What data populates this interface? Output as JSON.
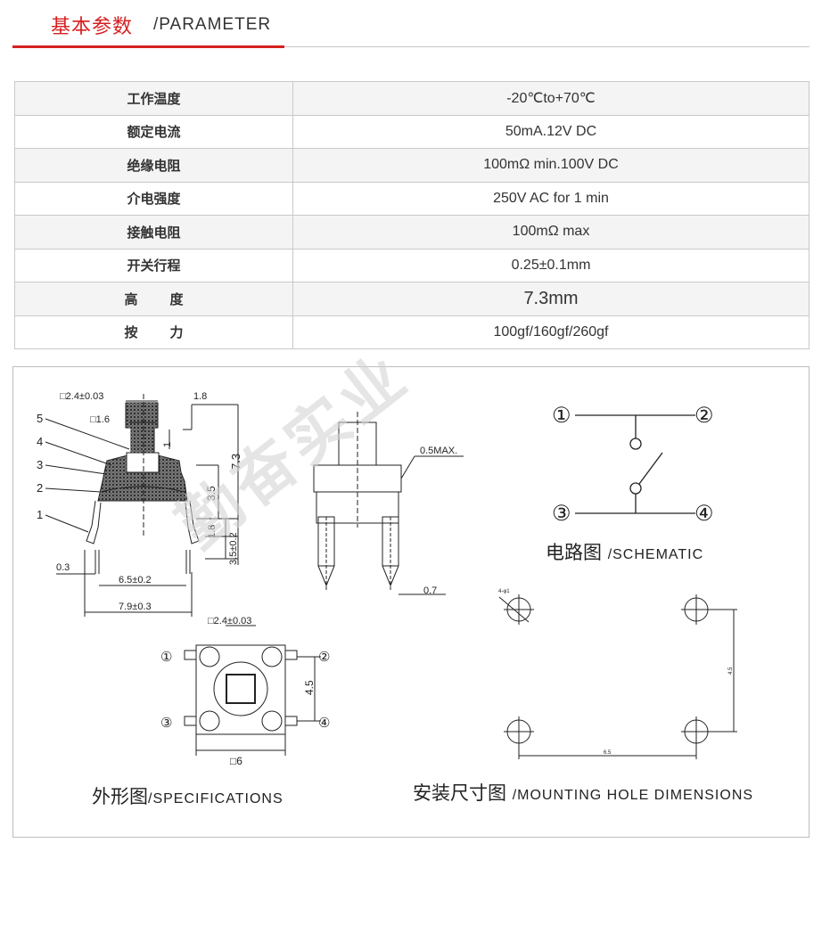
{
  "header": {
    "title_cn": "基本参数",
    "title_en": "/PARAMETER"
  },
  "params": [
    {
      "key": "工作温度",
      "value": "-20℃to+70℃"
    },
    {
      "key": "额定电流",
      "value": "50mA.12V DC"
    },
    {
      "key": "绝缘电阻",
      "value": "100mΩ min.100V DC"
    },
    {
      "key": "介电强度",
      "value": "250V AC for 1 min"
    },
    {
      "key": "接触电阻",
      "value": "100mΩ  max"
    },
    {
      "key": "开关行程",
      "value": "0.25±0.1mm"
    },
    {
      "key": "高度",
      "value": "7.3mm"
    },
    {
      "key": "按力",
      "value": "100gf/160gf/260gf"
    }
  ],
  "drawing": {
    "side_view": {
      "labels": [
        "□2.4±0.03",
        "□1.6",
        "1.8",
        "7.3",
        "3.5",
        "1.8",
        "3.5±0.2",
        "0.3",
        "6.5±0.2",
        "7.9±0.3",
        "1"
      ],
      "parts": [
        "5",
        "4",
        "3",
        "2",
        "1"
      ]
    },
    "front_view": {
      "labels": [
        "0.5MAX.",
        "0.7"
      ]
    },
    "top_view": {
      "labels": [
        "□2.4±0.03",
        "4.5",
        "□6"
      ],
      "pins": [
        "①",
        "②",
        "③",
        "④"
      ]
    },
    "schematic": {
      "pins": [
        "①",
        "②",
        "③",
        "④"
      ],
      "caption_cn": "电路图",
      "caption_en": "/SCHEMATIC"
    },
    "mounting": {
      "labels": [
        "4-φ1",
        "4.5",
        "6.5"
      ]
    },
    "spec_caption_cn": "外形图",
    "spec_caption_en": "/SPECIFICATIONS",
    "mount_caption_cn": "安装尺寸图",
    "mount_caption_en": "/MOUNTING HOLE DIMENSIONS",
    "watermark": "勤奋实业"
  }
}
